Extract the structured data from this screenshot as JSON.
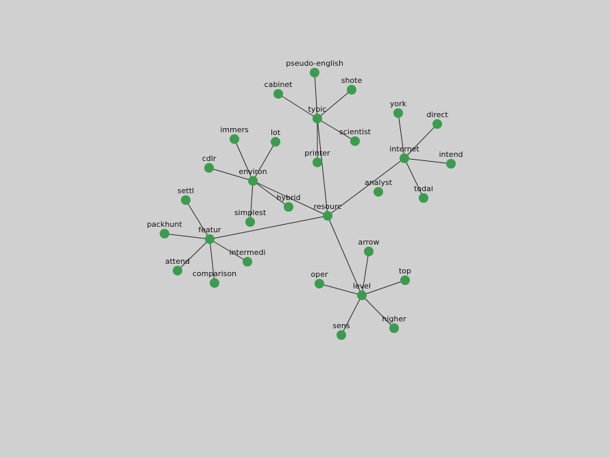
{
  "colors": {
    "background": "#d0d0d0",
    "node": "#3c9b4e",
    "edge": "#222222",
    "label": "#111111"
  },
  "graph": {
    "nodes": [
      {
        "id": "pseudo-english",
        "label": "pseudo-english"
      },
      {
        "id": "shote",
        "label": "shote"
      },
      {
        "id": "cabinet",
        "label": "cabinet"
      },
      {
        "id": "tybic",
        "label": "tybic"
      },
      {
        "id": "scientist",
        "label": "scientist"
      },
      {
        "id": "printer",
        "label": "printer"
      },
      {
        "id": "york",
        "label": "york"
      },
      {
        "id": "direct",
        "label": "direct"
      },
      {
        "id": "internet",
        "label": "internet"
      },
      {
        "id": "intend",
        "label": "intend"
      },
      {
        "id": "analyst",
        "label": "analyst"
      },
      {
        "id": "todai",
        "label": "todai"
      },
      {
        "id": "immers",
        "label": "immers"
      },
      {
        "id": "lot",
        "label": "lot"
      },
      {
        "id": "cdlr",
        "label": "cdlr"
      },
      {
        "id": "environ",
        "label": "environ"
      },
      {
        "id": "hybrid",
        "label": "hybrid"
      },
      {
        "id": "simplest",
        "label": "simplest"
      },
      {
        "id": "resourc",
        "label": "resourc"
      },
      {
        "id": "settl",
        "label": "settl"
      },
      {
        "id": "packhunt",
        "label": "packhunt"
      },
      {
        "id": "featur",
        "label": "featur"
      },
      {
        "id": "intermedi",
        "label": "intermedi"
      },
      {
        "id": "attend",
        "label": "attend"
      },
      {
        "id": "comparison",
        "label": "comparison"
      },
      {
        "id": "arrow",
        "label": "arrow"
      },
      {
        "id": "oper",
        "label": "oper"
      },
      {
        "id": "top",
        "label": "top"
      },
      {
        "id": "level",
        "label": "level"
      },
      {
        "id": "higher",
        "label": "higher"
      },
      {
        "id": "sens",
        "label": "sens"
      }
    ],
    "edges": [
      [
        "tybic",
        "pseudo-english"
      ],
      [
        "tybic",
        "shote"
      ],
      [
        "tybic",
        "cabinet"
      ],
      [
        "tybic",
        "scientist"
      ],
      [
        "tybic",
        "printer"
      ],
      [
        "tybic",
        "resourc"
      ],
      [
        "internet",
        "york"
      ],
      [
        "internet",
        "direct"
      ],
      [
        "internet",
        "intend"
      ],
      [
        "internet",
        "todai"
      ],
      [
        "internet",
        "resourc"
      ],
      [
        "environ",
        "immers"
      ],
      [
        "environ",
        "lot"
      ],
      [
        "environ",
        "cdlr"
      ],
      [
        "environ",
        "simplest"
      ],
      [
        "environ",
        "hybrid"
      ],
      [
        "environ",
        "resourc"
      ],
      [
        "featur",
        "settl"
      ],
      [
        "featur",
        "packhunt"
      ],
      [
        "featur",
        "attend"
      ],
      [
        "featur",
        "comparison"
      ],
      [
        "featur",
        "intermedi"
      ],
      [
        "featur",
        "resourc"
      ],
      [
        "level",
        "arrow"
      ],
      [
        "level",
        "oper"
      ],
      [
        "level",
        "top"
      ],
      [
        "level",
        "higher"
      ],
      [
        "level",
        "sens"
      ],
      [
        "level",
        "resourc"
      ]
    ]
  }
}
